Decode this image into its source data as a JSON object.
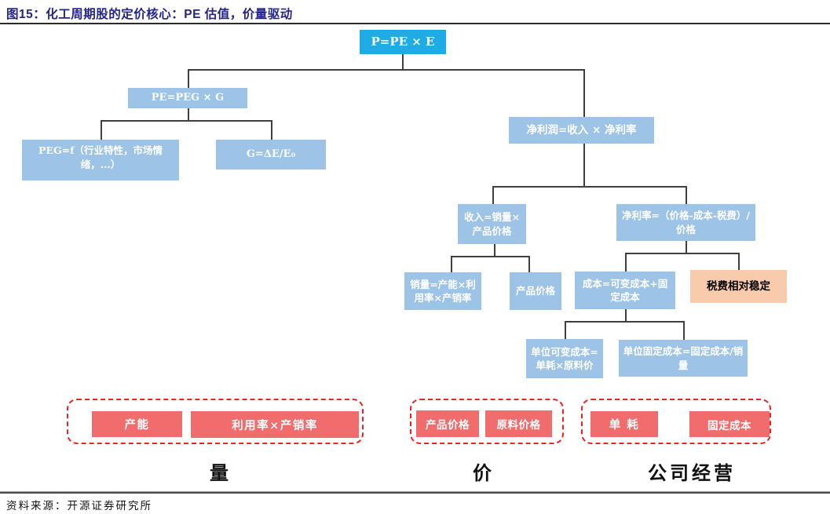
{
  "header": {
    "title": "图15：化工周期股的定价核心：PE 估值，价量驱动"
  },
  "footer": {
    "source": "资料来源：开源证券研究所"
  },
  "colors": {
    "title_text": "#23238C",
    "root_box": "#1FACE4",
    "formula_box": "#9DC3E6",
    "highlight_box": "#F8CBAD",
    "driver_chip": "#F16C6C",
    "group_border": "#EE2222",
    "connector": "#3F3F3F"
  },
  "nodes": {
    "root": "P=PE × E",
    "pe": "PE=PEG × G",
    "peg": "PEG=f（行业特性，市场情绪，...）",
    "g": "G=ΔE/E₀",
    "profit": "净利润=收入 × 净利率",
    "revenue": "收入=销量×产品价格",
    "margin": "净利率=（价格-成本-税费）/价格",
    "volume": "销量=产能×利用率×产销率",
    "product_price": "产品价格",
    "cost": "成本=可变成本+固定成本",
    "tax": "税费相对稳定",
    "unit_variable_cost": "单位可变成本=单耗×原料价",
    "unit_fixed_cost": "单位固定成本=固定成本/销量"
  },
  "groups": [
    {
      "name": "量",
      "items": [
        "产能",
        "利用率×产销率"
      ]
    },
    {
      "name": "价",
      "items": [
        "产品价格",
        "原料价格"
      ]
    },
    {
      "name": "公司经营",
      "items": [
        "单 耗",
        "固定成本"
      ]
    }
  ]
}
